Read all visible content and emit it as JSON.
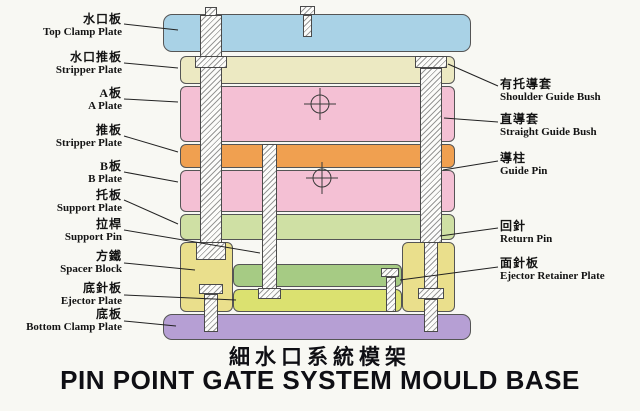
{
  "title": {
    "cn": "細水口系統模架",
    "en": "PIN POINT GATE SYSTEM MOULD BASE"
  },
  "left_labels": [
    {
      "cn": "水口板",
      "en": "Top Clamp Plate"
    },
    {
      "cn": "水口推板",
      "en": "Stripper Plate"
    },
    {
      "cn": "A板",
      "en": "A Plate"
    },
    {
      "cn": "推板",
      "en": "Stripper Plate"
    },
    {
      "cn": "B板",
      "en": "B Plate"
    },
    {
      "cn": "托板",
      "en": "Support Plate"
    },
    {
      "cn": "拉桿",
      "en": "Support Pin"
    },
    {
      "cn": "方鐵",
      "en": "Spacer Block"
    },
    {
      "cn": "底針板",
      "en": "Ejector Plate"
    },
    {
      "cn": "底板",
      "en": "Bottom Clamp Plate"
    }
  ],
  "right_labels": [
    {
      "cn": "有托導套",
      "en": "Shoulder Guide Bush"
    },
    {
      "cn": "直導套",
      "en": "Straight Guide Bush"
    },
    {
      "cn": "導柱",
      "en": "Guide Pin"
    },
    {
      "cn": "回針",
      "en": "Return Pin"
    },
    {
      "cn": "面針板",
      "en": "Ejector Retainer Plate"
    }
  ],
  "colors": {
    "top_clamp": "#a9d2e6",
    "runner_stripper": "#ece9c2",
    "a_plate": "#f4c0d4",
    "stripper": "#f0a050",
    "b_plate": "#f4c0d4",
    "support": "#cfe0a4",
    "spacer": "#eadf8c",
    "ejector_retainer": "#a6cb84",
    "ejector": "#dbe170",
    "bottom_clamp": "#b69fd4"
  }
}
